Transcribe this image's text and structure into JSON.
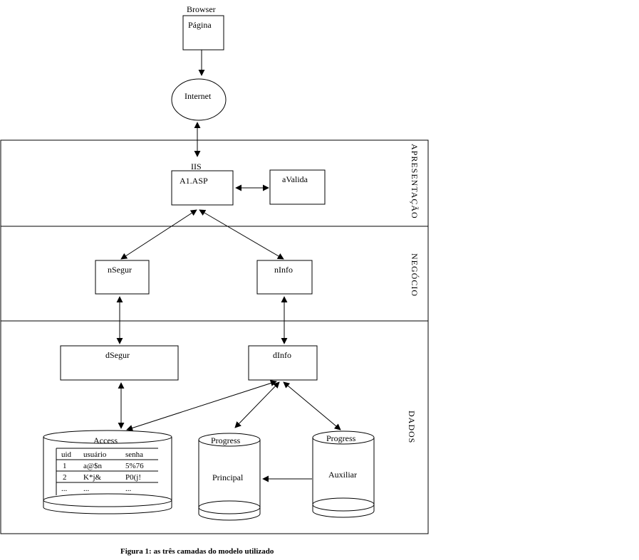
{
  "browser": {
    "label": "Browser",
    "page": "Página"
  },
  "internet": "Internet",
  "iis": "IIS",
  "layers": {
    "presentation": "APRESENTAÇÃO",
    "business": "NEGÓCIO",
    "data": "DADOS"
  },
  "nodes": {
    "a1asp": "A1.ASP",
    "avalida": "aValida",
    "nsegur": "nSegur",
    "ninfo": "nInfo",
    "dsegur": "dSegur",
    "dinfo": "dInfo"
  },
  "databases": {
    "access": {
      "name": "Access",
      "columns": [
        "uid",
        "usuário",
        "senha"
      ],
      "rows": [
        [
          "1",
          "a@$n",
          "5%76"
        ],
        [
          "2",
          "K*j&",
          "P0(j!"
        ],
        [
          "...",
          "...",
          "..."
        ]
      ]
    },
    "progress_principal": {
      "name": "Progress",
      "label": "Principal"
    },
    "progress_auxiliar": {
      "name": "Progress",
      "label": "Auxiliar"
    }
  },
  "caption": "Figura 1: as três camadas do modelo utilizado"
}
